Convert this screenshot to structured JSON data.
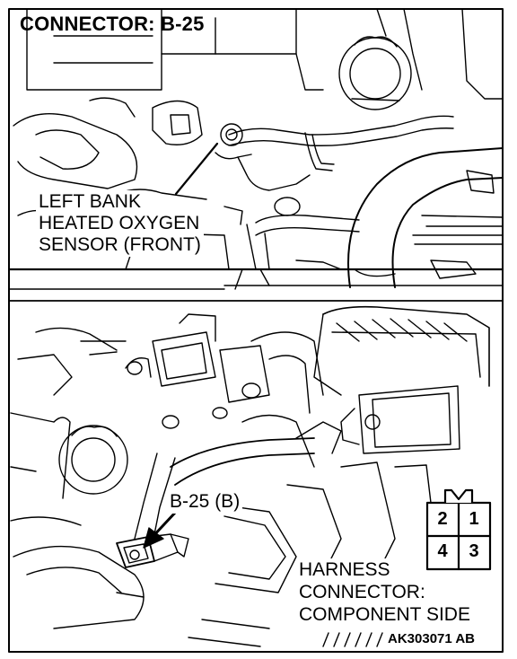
{
  "title": "CONNECTOR: B-25",
  "sensor_label": {
    "line1": "LEFT BANK",
    "line2": "HEATED OXYGEN",
    "line3": "SENSOR (FRONT)"
  },
  "connector_callout": "B-25 (B)",
  "harness_label": {
    "line1": "HARNESS",
    "line2": "CONNECTOR:",
    "line3": "COMPONENT SIDE"
  },
  "pins": [
    "2",
    "1",
    "4",
    "3"
  ],
  "figure_code": "AK303071 AB"
}
